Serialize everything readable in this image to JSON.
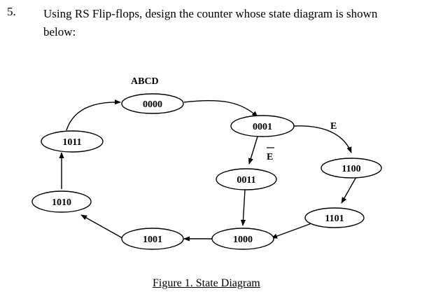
{
  "question": {
    "number": "5.",
    "line1": "Using RS Flip-flops, design the counter whose state diagram is shown",
    "line2": "below:"
  },
  "diagram": {
    "variables_label": "ABCD",
    "states": {
      "s0000": "0000",
      "s0001": "0001",
      "s1100": "1100",
      "s0011": "0011",
      "s1011": "1011",
      "s1010": "1010",
      "s1101": "1101",
      "s1001": "1001",
      "s1000": "1000"
    },
    "transition_labels": {
      "e": "E",
      "e_bar": "E"
    }
  },
  "caption": "Figure 1.  State Diagram"
}
